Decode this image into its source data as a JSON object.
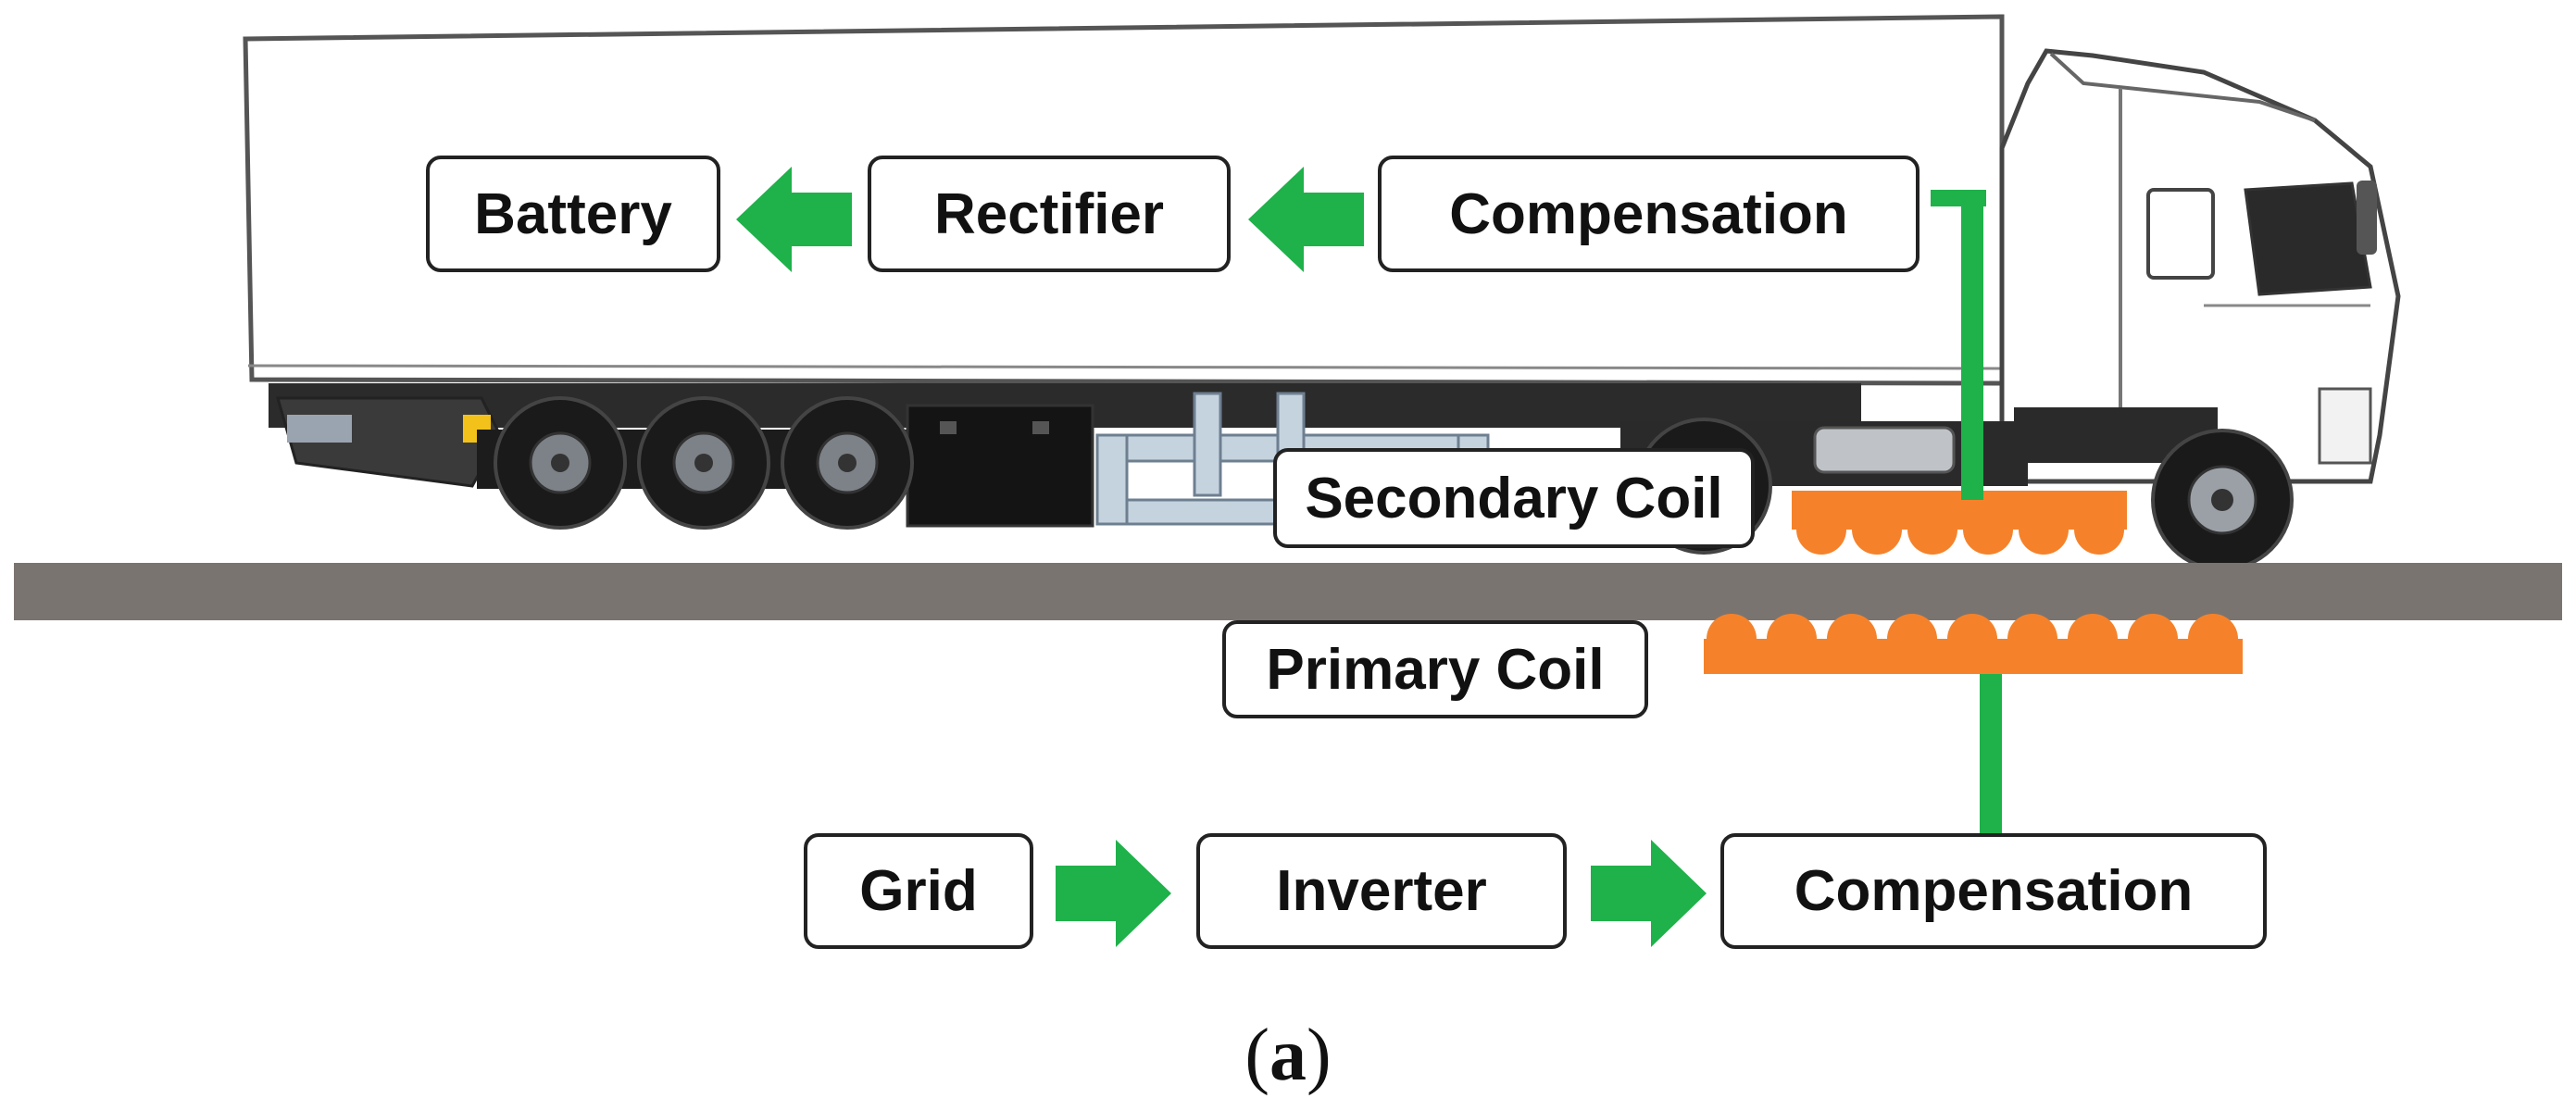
{
  "diagram": {
    "vehicle_blocks": {
      "battery": "Battery",
      "rectifier": "Rectifier",
      "compensation": "Compensation"
    },
    "coils": {
      "secondary": "Secondary Coil",
      "primary": "Primary Coil"
    },
    "ground_blocks": {
      "grid": "Grid",
      "inverter": "Inverter",
      "compensation": "Compensation"
    },
    "caption": {
      "open": "(",
      "letter": "a",
      "close": ")"
    },
    "colors": {
      "arrow": "#1fb14a",
      "coil": "#f5822a",
      "road": "#7a7470",
      "box_border": "#222222"
    }
  }
}
